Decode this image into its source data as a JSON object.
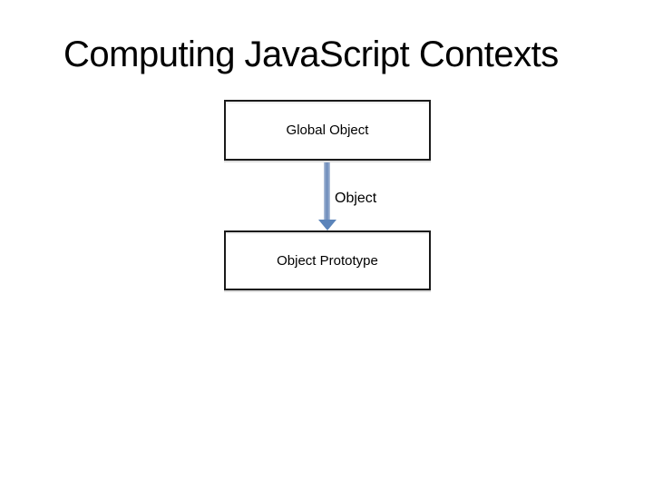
{
  "slide": {
    "title": "Computing JavaScript Contexts"
  },
  "diagram": {
    "nodes": [
      {
        "id": "global-object",
        "label": "Global Object"
      },
      {
        "id": "object-prototype",
        "label": "Object Prototype"
      }
    ],
    "edge": {
      "from": "global-object",
      "to": "object-prototype",
      "label": "Object",
      "direction": "down"
    }
  },
  "colors": {
    "background": "#FFFFFF",
    "text": "#000000",
    "box_border": "#1A1A1A",
    "arrow_shaft": "#7592BF",
    "arrow_shaft_edge": "#B7C7DD",
    "arrow_head": "#5B84BA"
  }
}
